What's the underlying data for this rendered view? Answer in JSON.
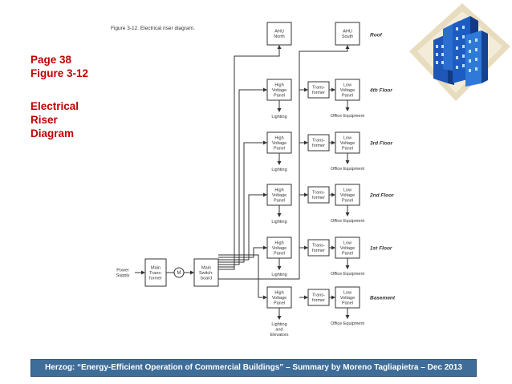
{
  "side_note": {
    "page": "Page 38",
    "figure": "Figure 3-12",
    "title_lines": [
      "Electrical",
      "Riser",
      "Diagram"
    ]
  },
  "diagram": {
    "caption": "Figure 3-12.  Electrical riser diagram.",
    "roof_label": "Roof",
    "ahu_north": [
      "AHU",
      "North"
    ],
    "ahu_south": [
      "AHU",
      "South"
    ],
    "power_supply": [
      "Power",
      "Supply"
    ],
    "main_transformer": [
      "Main",
      "Trans-",
      "former"
    ],
    "meter": "M",
    "main_switchboard": [
      "Main",
      "Switch-",
      "board"
    ],
    "floors": [
      {
        "label": "4th Floor",
        "hv": [
          "High",
          "Voltage",
          "Panel"
        ],
        "load": [
          "Lighting"
        ],
        "tr": [
          "Trans-",
          "former"
        ],
        "lv": [
          "Low",
          "Voltage",
          "Panel"
        ],
        "equip": "Office Equipment"
      },
      {
        "label": "3rd Floor",
        "hv": [
          "High",
          "Voltage",
          "Panel"
        ],
        "load": [
          "Lighting"
        ],
        "tr": [
          "Trans-",
          "former"
        ],
        "lv": [
          "Low",
          "Voltage",
          "Panel"
        ],
        "equip": "Office Equipment"
      },
      {
        "label": "2nd Floor",
        "hv": [
          "High",
          "Voltage",
          "Panel"
        ],
        "load": [
          "Lighting"
        ],
        "tr": [
          "Trans-",
          "former"
        ],
        "lv": [
          "Low",
          "Voltage",
          "Panel"
        ],
        "equip": "Office Equipment"
      },
      {
        "label": "1st Floor",
        "hv": [
          "High",
          "Voltage",
          "Panel"
        ],
        "load": [
          "Lighting"
        ],
        "tr": [
          "Trans-",
          "former"
        ],
        "lv": [
          "Low",
          "Voltage",
          "Panel"
        ],
        "equip": "Office Equipment"
      },
      {
        "label": "Basement",
        "hv": [
          "High",
          "Voltage",
          "Panel"
        ],
        "load": [
          "Lighting",
          "and",
          "Elevators"
        ],
        "tr": [
          "Trans-",
          "former"
        ],
        "lv": [
          "Low",
          "Voltage",
          "Panel"
        ],
        "equip": "Office Equipment"
      }
    ]
  },
  "footer": "Herzog: “Energy-Efficient Operation of Commercial Buildings” – Summary by Moreno Tagliapietra – Dec 2013"
}
